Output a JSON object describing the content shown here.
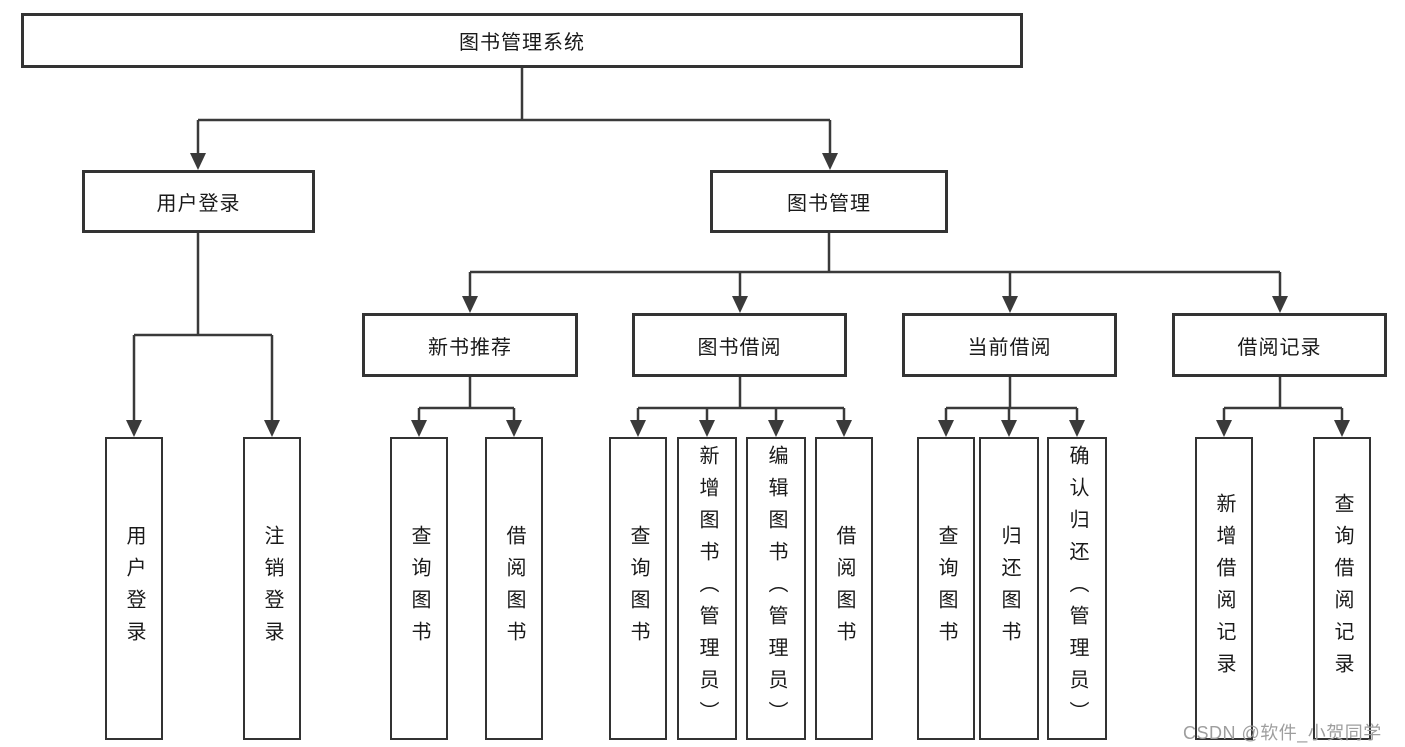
{
  "title": "图书管理系统",
  "watermark": "CSDN @软件_小贺同学",
  "colors": {
    "line": "#3a3a3a",
    "box_border": "#333333",
    "box_fill": "#ffffff",
    "text": "#1a1a1a",
    "watermark": "#9e9e9e"
  },
  "diagram": {
    "root": "图书管理系统",
    "branches": [
      {
        "label": "用户登录",
        "children": [
          "用户登录",
          "注销登录"
        ]
      },
      {
        "label": "图书管理",
        "sections": [
          {
            "label": "新书推荐",
            "children": [
              "查询图书",
              "借阅图书"
            ]
          },
          {
            "label": "图书借阅",
            "children": [
              "查询图书",
              "新增图书（管理员）",
              "编辑图书（管理员）",
              "借阅图书"
            ]
          },
          {
            "label": "当前借阅",
            "children": [
              "查询图书",
              "归还图书",
              "确认归还（管理员）"
            ]
          },
          {
            "label": "借阅记录",
            "children": [
              "新增借阅记录",
              "查询借阅记录"
            ]
          }
        ]
      }
    ]
  }
}
